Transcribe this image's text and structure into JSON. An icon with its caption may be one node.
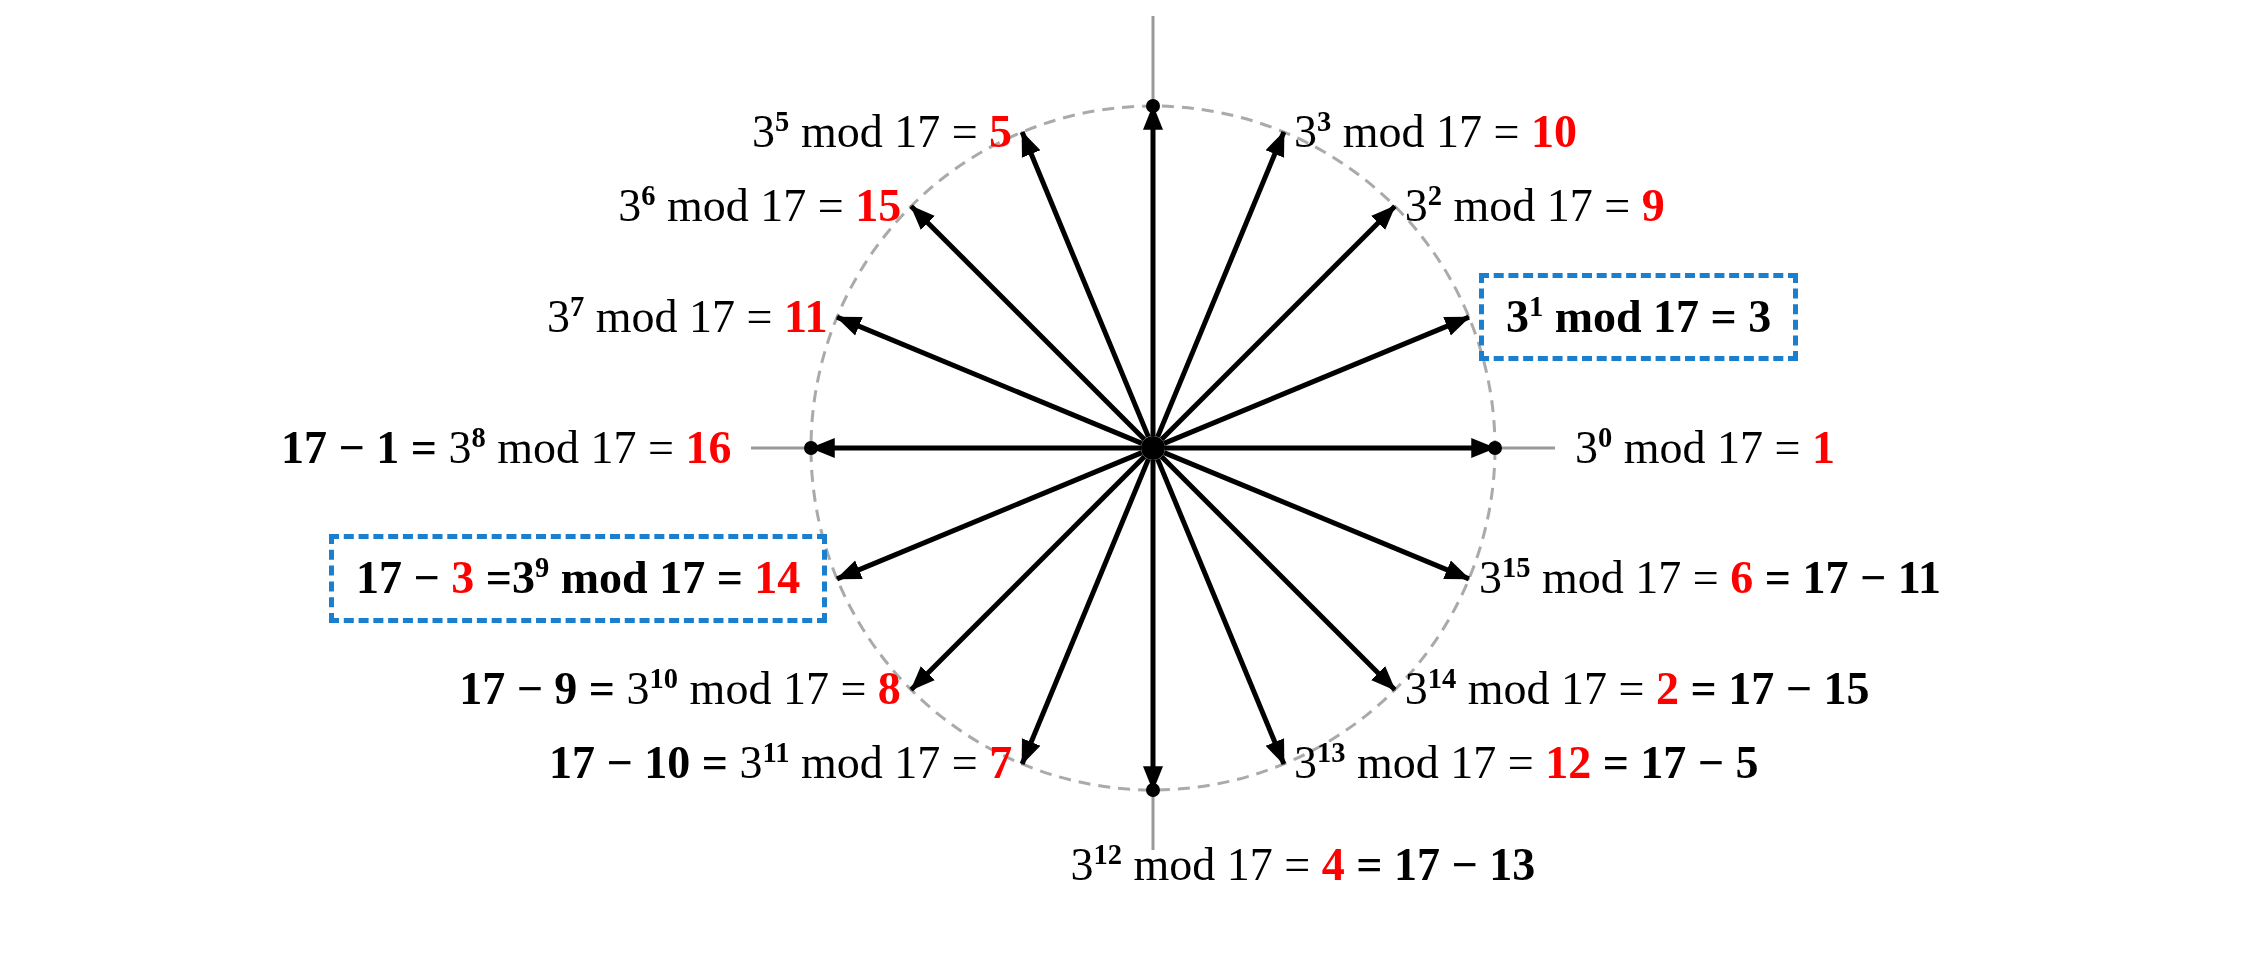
{
  "diagram": {
    "nodes": [
      {
        "text": [
          "3$^{5}$ mod 17 =",
          "5"
        ]
      },
      {
        "text": [
          "3$^{3}$ mod 17 =",
          "10"
        ]
      },
      {
        "text": [
          "3$^{6}$ mod 17 =",
          "15"
        ]
      },
      {
        "text": [
          "3$^{2}$ mod 17 =",
          "9"
        ]
      },
      {
        "text": [
          "3$^{7}$ mod 17 =",
          "11"
        ]
      },
      {
        "text": [
          "3$^{1}$ mod 17 = 3"
        ]
      },
      {
        "text": [
          "17 − 1 =",
          "3$^{8}$ mod 17 =",
          "16"
        ]
      },
      {
        "text": [],
        "shape": "point"
      },
      {
        "text": [
          "3$^{0}$ mod 17 =",
          "1"
        ]
      },
      {
        "text": [
          "17 −",
          "3",
          "=3$^{9}$ mod 17 =",
          "14"
        ]
      },
      {
        "text": [
          "3$^{15}$ mod 17 =",
          "6",
          "= 17 − 11"
        ]
      },
      {
        "text": [
          "17 − 9 =",
          "3$^{10}$ mod 17 =",
          "8"
        ]
      },
      {
        "text": [
          "3$^{14}$ mod 17 =",
          "2",
          "= 17 − 15"
        ]
      },
      {
        "text": [
          "17 − 10 =",
          "3$^{11}$ mod 17 =",
          "7"
        ]
      },
      {
        "text": [
          "3$^{13}$ mod 17 =",
          "12",
          "= 17 − 5"
        ]
      },
      {
        "text": [
          "3$^{12}$ mod 17 =",
          "4",
          "= 17 − 13"
        ]
      }
    ],
    "edges": [
      {
        "from": 7,
        "to": 0,
        "arrow": "to"
      },
      {
        "from": 7,
        "to": 1,
        "arrow": "to"
      },
      {
        "from": 7,
        "to": 2,
        "arrow": "to"
      },
      {
        "from": 7,
        "to": 3,
        "arrow": "to"
      },
      {
        "from": 7,
        "to": 4,
        "arrow": "to"
      },
      {
        "from": 7,
        "to": 5,
        "arrow": "to"
      },
      {
        "from": 7,
        "to": 6,
        "arrow": "to"
      },
      {
        "from": 7,
        "to": 8,
        "arrow": "to"
      },
      {
        "from": 7,
        "to": 9,
        "arrow": "to"
      },
      {
        "from": 7,
        "to": 10,
        "arrow": "to"
      },
      {
        "from": 7,
        "to": 11,
        "arrow": "to"
      },
      {
        "from": 7,
        "to": 12,
        "arrow": "to"
      },
      {
        "from": 7,
        "to": 13,
        "arrow": "to"
      },
      {
        "from": 7,
        "to": 14,
        "arrow": "to"
      },
      {
        "from": 7,
        "to": 15,
        "arrow": "to"
      },
      {
        "from": 7,
        "to": null,
        "arrow": "to"
      }
    ]
  }
}
